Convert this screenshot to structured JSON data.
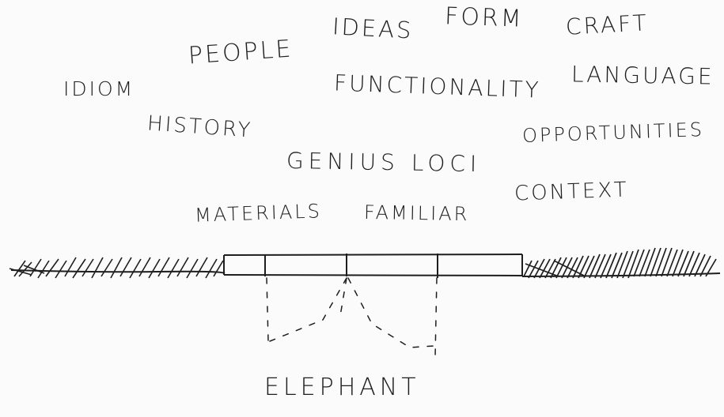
{
  "words": {
    "ideas": "IDEAS",
    "form": "FORM",
    "craft": "CRAFT",
    "people": "PEOPLE",
    "idiom": "IDIOM",
    "functionality": "FUNCTIONALITY",
    "language": "LANGUAGE",
    "history": "HISTORY",
    "opportunities": "OPPORTUNITIES",
    "genius_loci": "GENIUS LOCI",
    "context": "CONTEXT",
    "materials": "MATERIALS",
    "familiar": "FAMILIAR",
    "elephant": "ELEPHANT"
  },
  "colors": {
    "ink": "#1e1e1e",
    "paper": "#fbfbfb"
  }
}
